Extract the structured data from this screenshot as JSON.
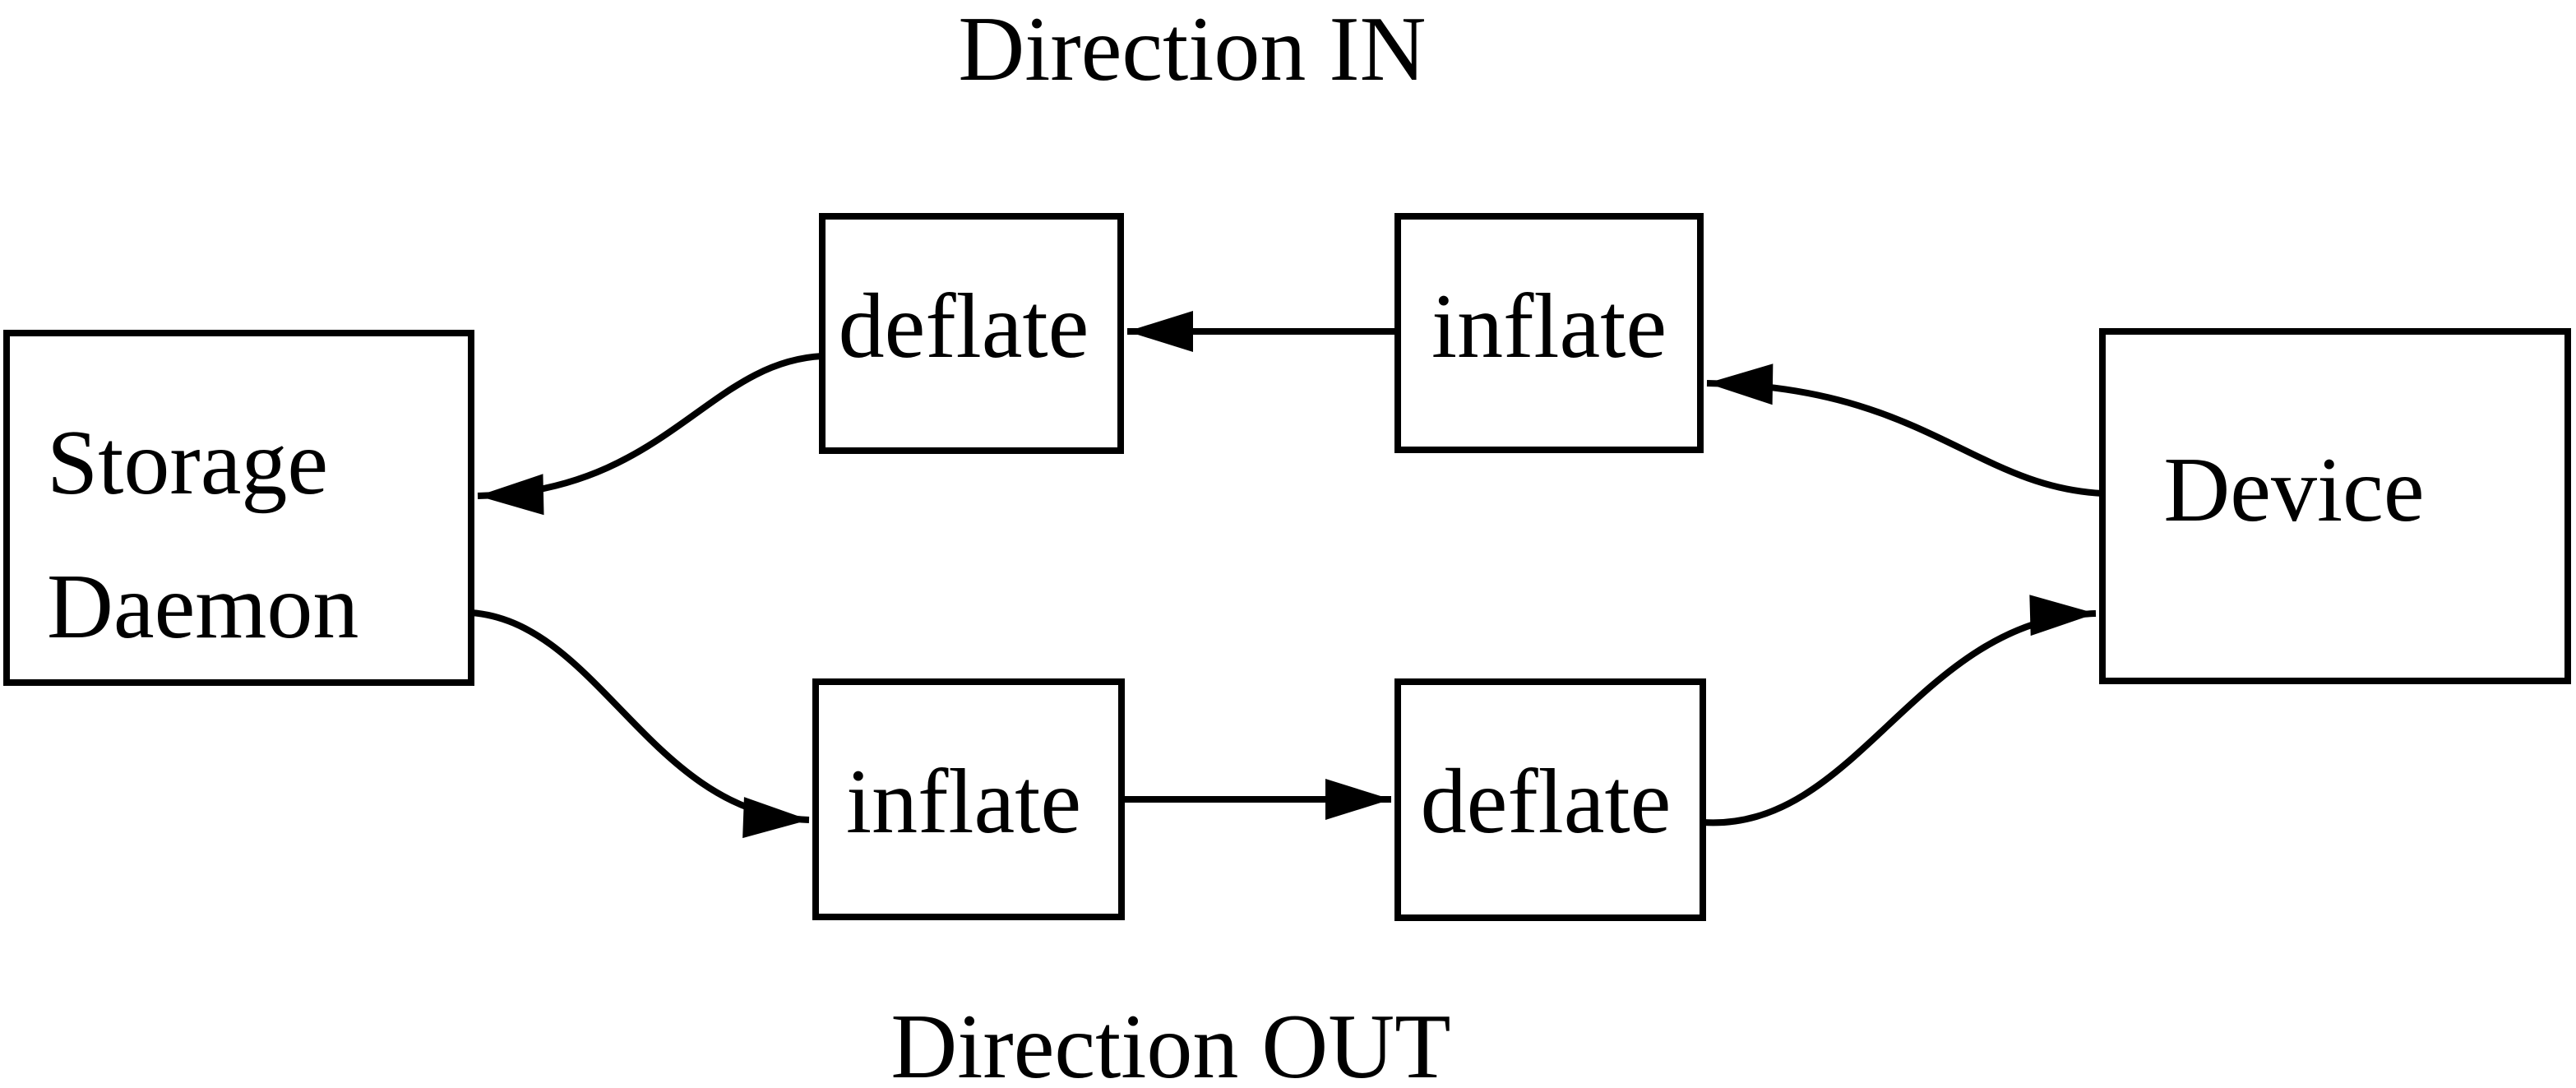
{
  "diagram": {
    "title_top": "Direction IN",
    "title_bottom": "Direction OUT",
    "nodes": {
      "storage_daemon": {
        "label": "Storage Daemon",
        "line1": "Storage",
        "line2": "Daemon"
      },
      "deflate_in": {
        "label": "deflate"
      },
      "inflate_in": {
        "label": "inflate"
      },
      "inflate_out": {
        "label": "inflate"
      },
      "deflate_out": {
        "label": "deflate"
      },
      "device": {
        "label": "Device"
      }
    },
    "edges": [
      {
        "from": "device",
        "to": "inflate_in",
        "direction": "IN"
      },
      {
        "from": "inflate_in",
        "to": "deflate_in",
        "direction": "IN"
      },
      {
        "from": "deflate_in",
        "to": "storage_daemon",
        "direction": "IN"
      },
      {
        "from": "storage_daemon",
        "to": "inflate_out",
        "direction": "OUT"
      },
      {
        "from": "inflate_out",
        "to": "deflate_out",
        "direction": "OUT"
      },
      {
        "from": "deflate_out",
        "to": "device",
        "direction": "OUT"
      }
    ],
    "colors": {
      "line": "#000000",
      "text": "#000000",
      "background": "#ffffff"
    }
  }
}
